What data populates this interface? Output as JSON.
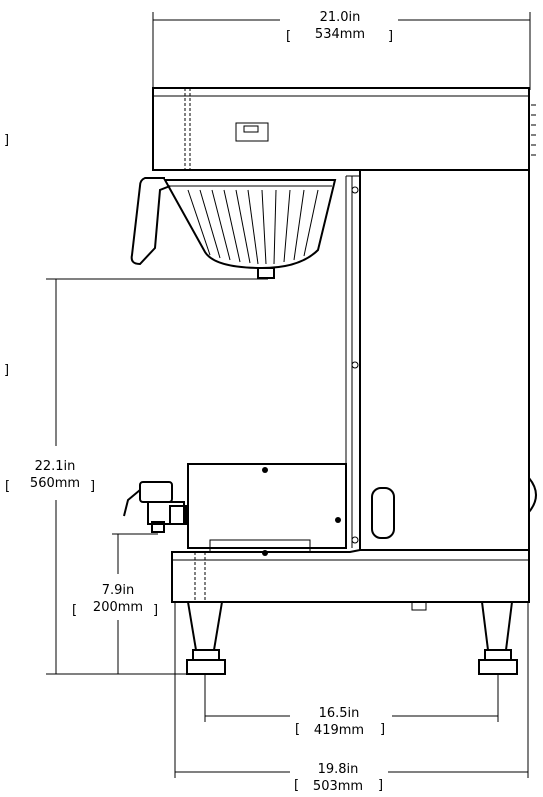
{
  "dimensions": {
    "overall_width": {
      "imperial": "21.0in",
      "metric": "534mm"
    },
    "height_to_basket": {
      "imperial": "22.1in",
      "metric": "560mm"
    },
    "faucet_clearance": {
      "imperial": "7.9in",
      "metric": "200mm"
    },
    "leg_spacing": {
      "imperial": "16.5in",
      "metric": "419mm"
    },
    "base_depth": {
      "imperial": "19.8in",
      "metric": "503mm"
    }
  },
  "colors": {
    "line": "#000000",
    "background": "#ffffff"
  }
}
